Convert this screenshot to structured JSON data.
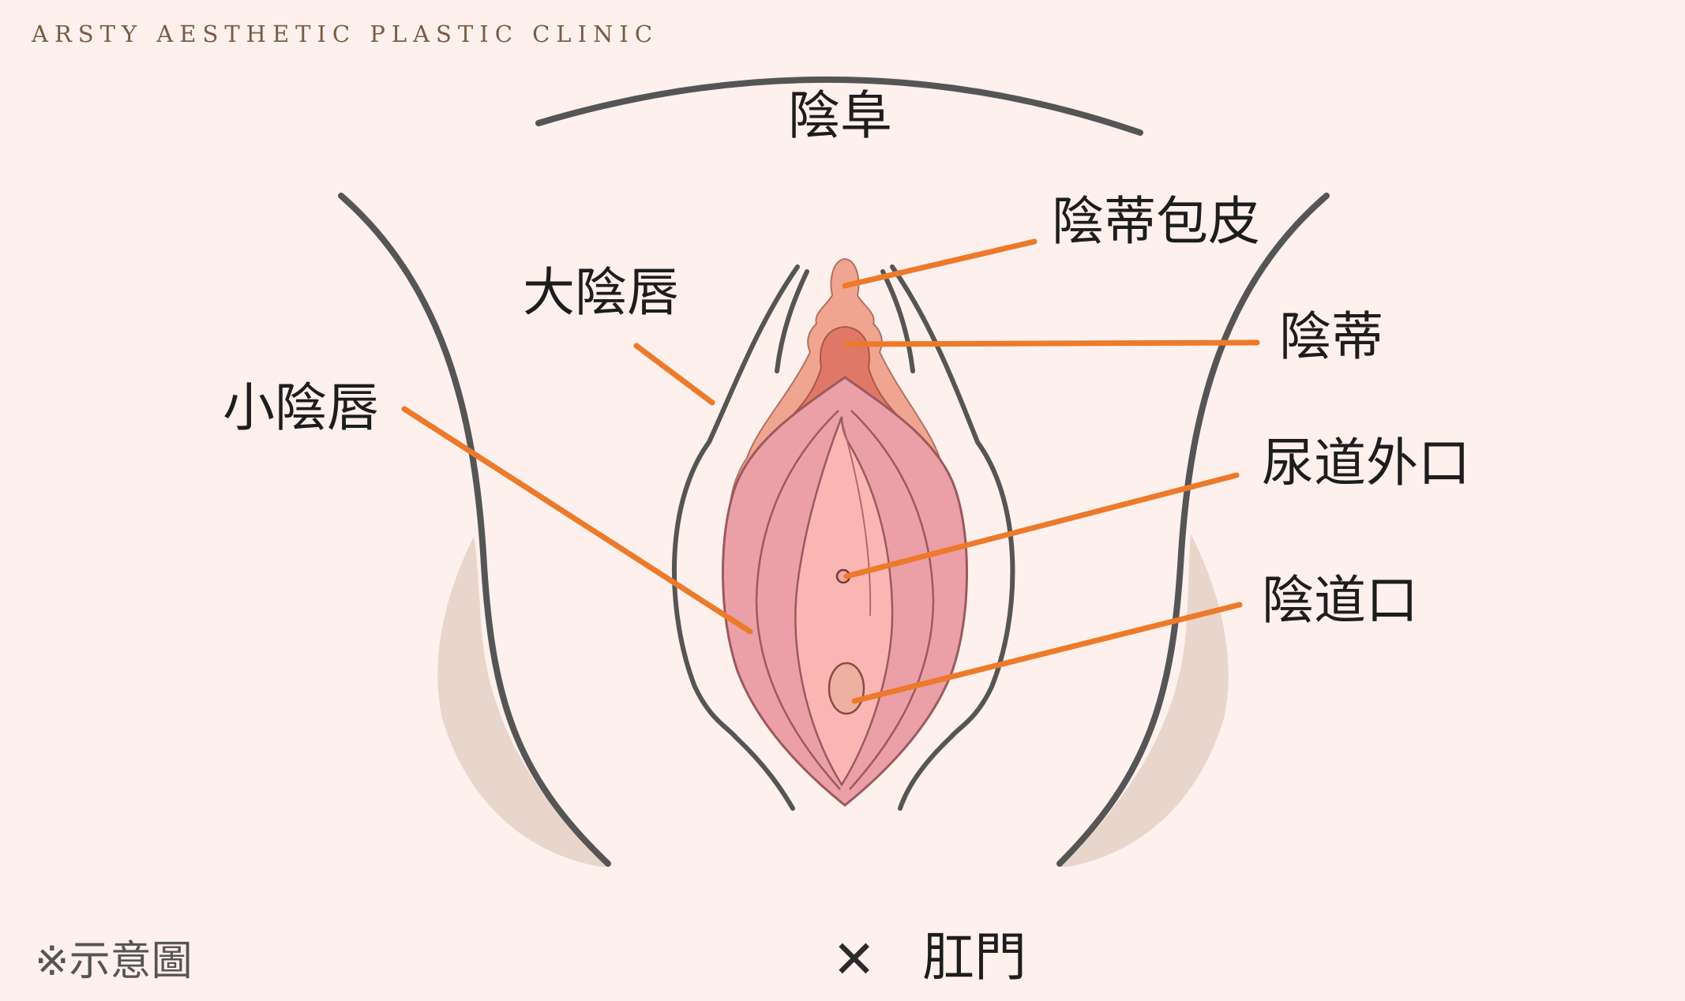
{
  "brand": "ARSTY AESTHETIC PLASTIC CLINIC",
  "labels": {
    "mons": "陰阜",
    "clitoral_hood": "陰蒂包皮",
    "labia_majora": "大陰唇",
    "clitoris": "陰蒂",
    "labia_minora": "小陰唇",
    "urethral_opening": "尿道外口",
    "vaginal_opening": "陰道口",
    "anus": "肛門"
  },
  "anus_marker": "✕",
  "note": "※示意圖",
  "colors": {
    "background": "#fdf0ed",
    "outline": "#555555",
    "leader_line": "#ed7a2a",
    "shadow": "#e8d5cb",
    "hood": "#f0a590",
    "clitoris": "#e07868",
    "labia_minora": "#eb9fa6",
    "inner": "#fbb6b4",
    "vaginal_opening": "#eeb0a0"
  }
}
